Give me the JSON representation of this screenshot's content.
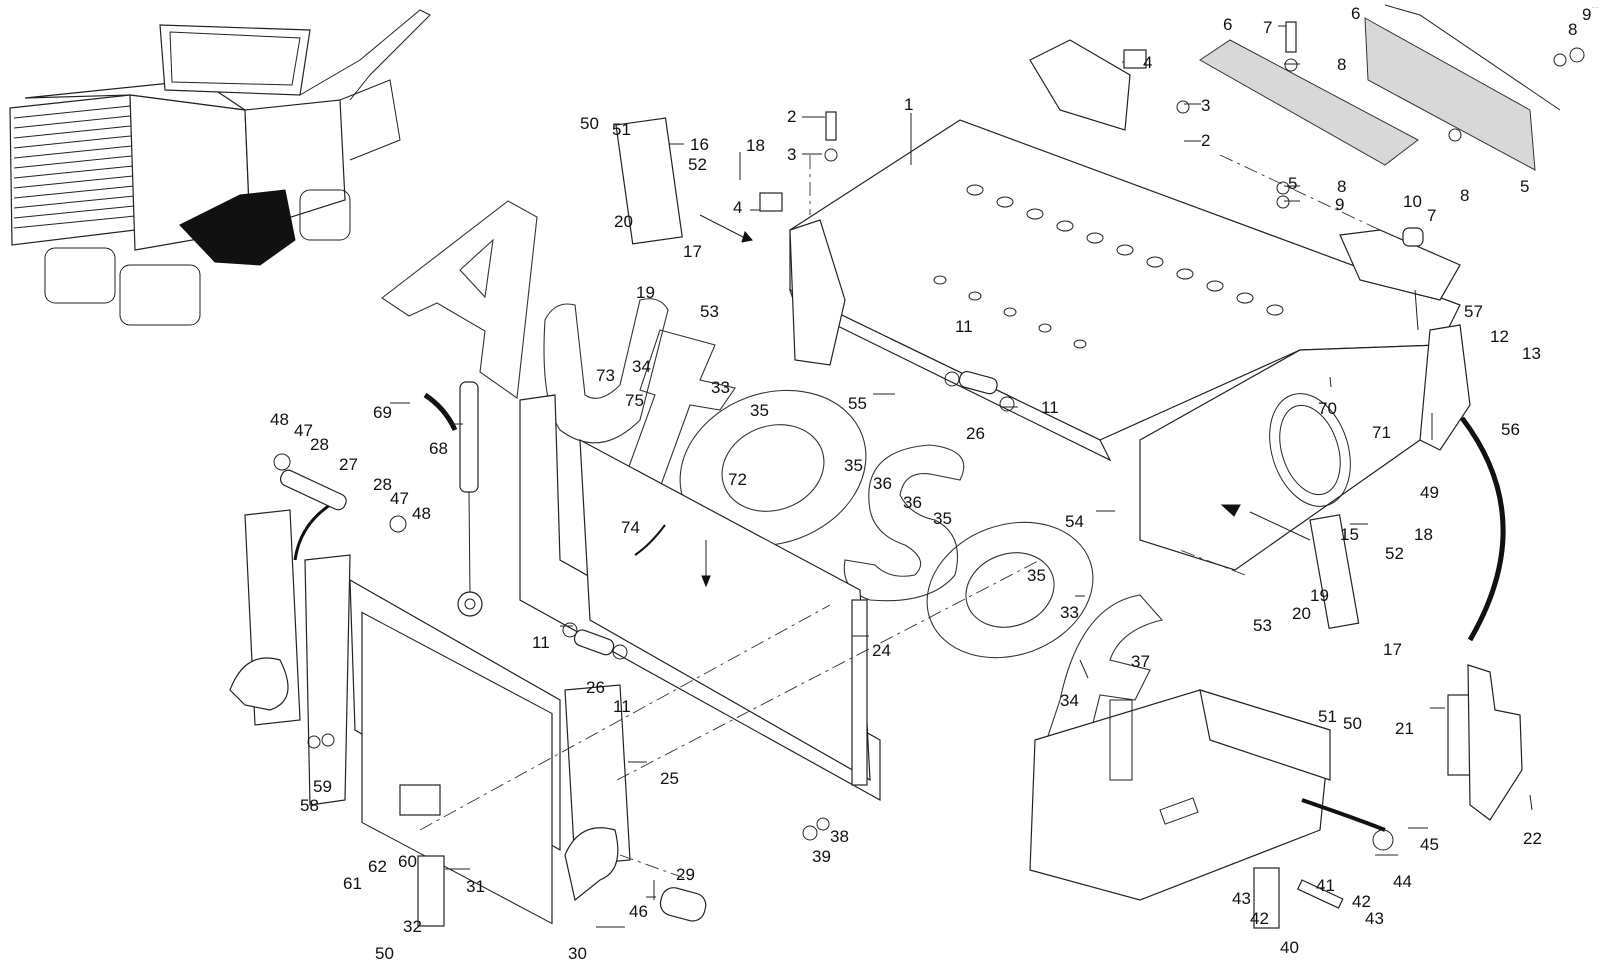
{
  "diagram": {
    "title": "Milling drum housing frame – exploded parts view",
    "watermark": "AutoSoft",
    "overview_image": "wirtgen-cold-milling-machine-overview",
    "corner_mark": "···"
  },
  "callouts": [
    {
      "id": "c1",
      "label": "1"
    },
    {
      "id": "c2a",
      "label": "2"
    },
    {
      "id": "c2b",
      "label": "2"
    },
    {
      "id": "c3a",
      "label": "3"
    },
    {
      "id": "c3b",
      "label": "3"
    },
    {
      "id": "c4a",
      "label": "4"
    },
    {
      "id": "c4b",
      "label": "4"
    },
    {
      "id": "c5a",
      "label": "5"
    },
    {
      "id": "c5b",
      "label": "5"
    },
    {
      "id": "c6a",
      "label": "6"
    },
    {
      "id": "c6b",
      "label": "6"
    },
    {
      "id": "c7a",
      "label": "7"
    },
    {
      "id": "c7b",
      "label": "7"
    },
    {
      "id": "c8a",
      "label": "8"
    },
    {
      "id": "c8b",
      "label": "8"
    },
    {
      "id": "c8c",
      "label": "8"
    },
    {
      "id": "c8d",
      "label": "8"
    },
    {
      "id": "c9a",
      "label": "9"
    },
    {
      "id": "c9b",
      "label": "9"
    },
    {
      "id": "c10",
      "label": "10"
    },
    {
      "id": "c11a",
      "label": "11"
    },
    {
      "id": "c11b",
      "label": "11"
    },
    {
      "id": "c11c",
      "label": "11"
    },
    {
      "id": "c11d",
      "label": "11"
    },
    {
      "id": "c12",
      "label": "12"
    },
    {
      "id": "c13",
      "label": "13"
    },
    {
      "id": "c15",
      "label": "15"
    },
    {
      "id": "c16",
      "label": "16"
    },
    {
      "id": "c17a",
      "label": "17"
    },
    {
      "id": "c17b",
      "label": "17"
    },
    {
      "id": "c18a",
      "label": "18"
    },
    {
      "id": "c18b",
      "label": "18"
    },
    {
      "id": "c19a",
      "label": "19"
    },
    {
      "id": "c19b",
      "label": "19"
    },
    {
      "id": "c20a",
      "label": "20"
    },
    {
      "id": "c20b",
      "label": "20"
    },
    {
      "id": "c21",
      "label": "21"
    },
    {
      "id": "c22",
      "label": "22"
    },
    {
      "id": "c24",
      "label": "24"
    },
    {
      "id": "c25",
      "label": "25"
    },
    {
      "id": "c26a",
      "label": "26"
    },
    {
      "id": "c26b",
      "label": "26"
    },
    {
      "id": "c27",
      "label": "27"
    },
    {
      "id": "c28a",
      "label": "28"
    },
    {
      "id": "c28b",
      "label": "28"
    },
    {
      "id": "c29",
      "label": "29"
    },
    {
      "id": "c30",
      "label": "30"
    },
    {
      "id": "c31",
      "label": "31"
    },
    {
      "id": "c32",
      "label": "32"
    },
    {
      "id": "c33a",
      "label": "33"
    },
    {
      "id": "c33b",
      "label": "33"
    },
    {
      "id": "c34a",
      "label": "34"
    },
    {
      "id": "c34b",
      "label": "34"
    },
    {
      "id": "c35a",
      "label": "35"
    },
    {
      "id": "c35b",
      "label": "35"
    },
    {
      "id": "c35c",
      "label": "35"
    },
    {
      "id": "c35d",
      "label": "35"
    },
    {
      "id": "c36a",
      "label": "36"
    },
    {
      "id": "c36b",
      "label": "36"
    },
    {
      "id": "c37",
      "label": "37"
    },
    {
      "id": "c38",
      "label": "38"
    },
    {
      "id": "c39",
      "label": "39"
    },
    {
      "id": "c40",
      "label": "40"
    },
    {
      "id": "c41",
      "label": "41"
    },
    {
      "id": "c42a",
      "label": "42"
    },
    {
      "id": "c42b",
      "label": "42"
    },
    {
      "id": "c43a",
      "label": "43"
    },
    {
      "id": "c43b",
      "label": "43"
    },
    {
      "id": "c44",
      "label": "44"
    },
    {
      "id": "c45",
      "label": "45"
    },
    {
      "id": "c46",
      "label": "46"
    },
    {
      "id": "c47a",
      "label": "47"
    },
    {
      "id": "c47b",
      "label": "47"
    },
    {
      "id": "c48a",
      "label": "48"
    },
    {
      "id": "c48b",
      "label": "48"
    },
    {
      "id": "c49",
      "label": "49"
    },
    {
      "id": "c50a",
      "label": "50"
    },
    {
      "id": "c50b",
      "label": "50"
    },
    {
      "id": "c50c",
      "label": "50"
    },
    {
      "id": "c51a",
      "label": "51"
    },
    {
      "id": "c51b",
      "label": "51"
    },
    {
      "id": "c52a",
      "label": "52"
    },
    {
      "id": "c52b",
      "label": "52"
    },
    {
      "id": "c53a",
      "label": "53"
    },
    {
      "id": "c53b",
      "label": "53"
    },
    {
      "id": "c54",
      "label": "54"
    },
    {
      "id": "c55",
      "label": "55"
    },
    {
      "id": "c56",
      "label": "56"
    },
    {
      "id": "c57",
      "label": "57"
    },
    {
      "id": "c58",
      "label": "58"
    },
    {
      "id": "c59",
      "label": "59"
    },
    {
      "id": "c60",
      "label": "60"
    },
    {
      "id": "c61",
      "label": "61"
    },
    {
      "id": "c62",
      "label": "62"
    },
    {
      "id": "c68",
      "label": "68"
    },
    {
      "id": "c69",
      "label": "69"
    },
    {
      "id": "c70",
      "label": "70"
    },
    {
      "id": "c71",
      "label": "71"
    },
    {
      "id": "c72",
      "label": "72"
    },
    {
      "id": "c73",
      "label": "73"
    },
    {
      "id": "c74",
      "label": "74"
    },
    {
      "id": "c75",
      "label": "75"
    }
  ]
}
